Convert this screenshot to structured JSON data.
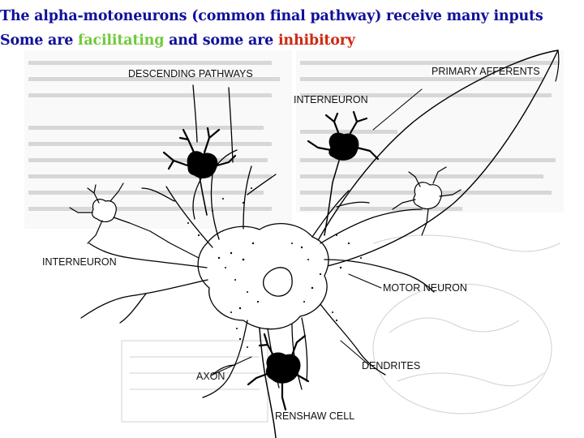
{
  "title": {
    "line1": "The alpha-motoneurons (common final pathway) receive many inputs",
    "line2_prefix": "Some are ",
    "line2_facilitating": "facilitating",
    "line2_middle": " and some are ",
    "line2_inhibitory": "inhibitory"
  },
  "colors": {
    "title": "#10109a",
    "facilitating": "#72c93c",
    "inhibitory": "#cc2a12"
  },
  "labels": {
    "descending_pathways": "DESCENDING PATHWAYS",
    "primary_afferents": "PRIMARY AFFERENTS",
    "interneuron_top": "INTERNEURON",
    "interneuron_left": "INTERNEURON",
    "motor_neuron": "MOTOR NEURON",
    "dendrites": "DENDRITES",
    "axon": "AXON",
    "renshaw_cell": "RENSHAW CELL"
  }
}
